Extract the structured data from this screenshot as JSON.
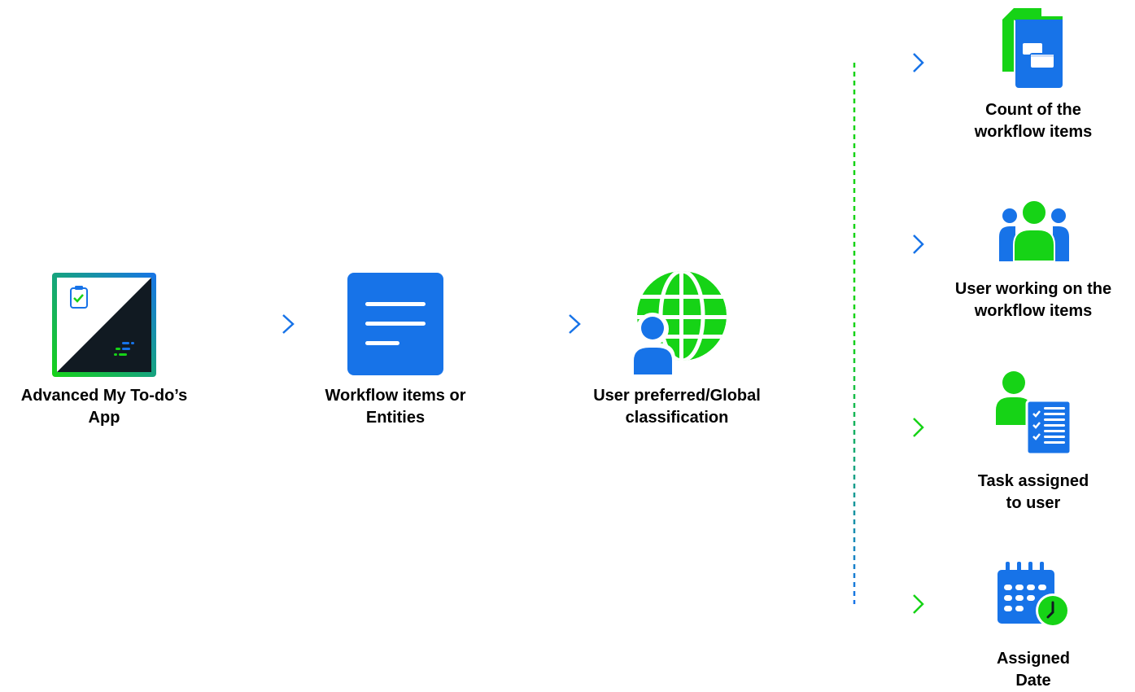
{
  "colors": {
    "blue": "#1773e8",
    "green": "#16d316",
    "dark": "#111a22"
  },
  "nodes": [
    {
      "id": "app",
      "icon": "todo-app-icon",
      "label_lines": [
        "Advanced My To-do’s",
        "App"
      ]
    },
    {
      "id": "workflow",
      "icon": "document-icon",
      "label_lines": [
        "Workflow items or",
        "Entities"
      ]
    },
    {
      "id": "classification",
      "icon": "globe-user-icon",
      "label_lines": [
        "User preferred/Global",
        "classification"
      ]
    }
  ],
  "outputs": [
    {
      "id": "count",
      "icon": "documents-icon",
      "label_lines": [
        "Count of the",
        "workflow items"
      ]
    },
    {
      "id": "users",
      "icon": "group-users-icon",
      "label_lines": [
        "User working on the",
        "workflow items"
      ]
    },
    {
      "id": "task",
      "icon": "user-checklist-icon",
      "label_lines": [
        "Task assigned",
        "to user"
      ]
    },
    {
      "id": "date",
      "icon": "calendar-clock-icon",
      "label_lines": [
        "Assigned",
        "Date"
      ]
    }
  ]
}
